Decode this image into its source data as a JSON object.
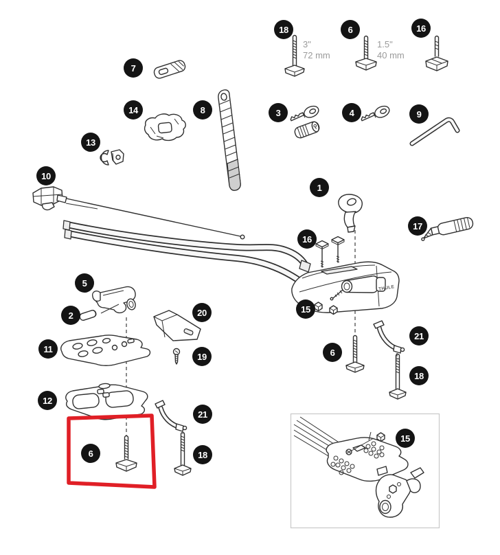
{
  "diagram": {
    "brand": "THULE",
    "badge_values": {
      "b18_top": "18",
      "b6_top": "6",
      "b16_top": "16",
      "b7": "7",
      "b14": "14",
      "b8": "8",
      "b3": "3",
      "b4": "4",
      "b9": "9",
      "b13": "13",
      "b10": "10",
      "b1": "1",
      "b17": "17",
      "b16_mid": "16",
      "b5": "5",
      "b2": "2",
      "b20": "20",
      "b15_mid": "15",
      "b11": "11",
      "b19": "19",
      "b12": "12",
      "b21_left": "21",
      "b6_highlight": "6",
      "b18_left": "18",
      "b6_right": "6",
      "b21_right": "21",
      "b18_right": "18",
      "b15_inset": "15"
    },
    "measurements": {
      "bolt18": {
        "inches": "3\"",
        "mm": "72 mm"
      },
      "bolt6": {
        "inches": "1.5\"",
        "mm": "40 mm"
      }
    },
    "highlighted_part": "6",
    "colors": {
      "badge": "#141414",
      "highlight_red": "#e01f26",
      "line_art": "#2f2f2f",
      "measure_text": "#9a9a9a",
      "inset_border": "#c8c8c8"
    }
  }
}
